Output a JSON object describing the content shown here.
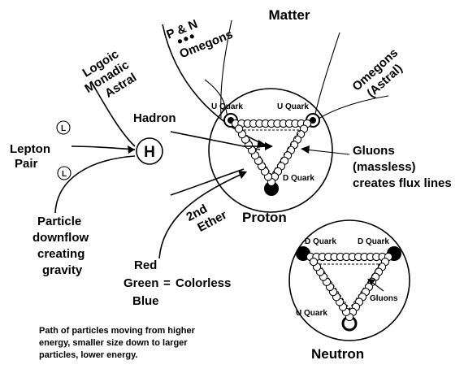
{
  "title": "Matter",
  "labels": {
    "pn": "P & N",
    "omegons": "Omegons",
    "logoic": "Logoic",
    "monadic": "Monadic",
    "astral": "Astral",
    "omegons_astral_1": "Omegons",
    "omegons_astral_2": "(Astral)",
    "hadron": "Hadron",
    "lepton": "Lepton",
    "pair": "Pair",
    "lepton_symbol": "L",
    "hadron_symbol": "H",
    "gluons_1": "Gluons",
    "gluons_2": "(massless)",
    "gluons_3": "creates flux lines",
    "ether_1": "2nd",
    "ether_2": "Ether",
    "proton": "Proton",
    "particle_1": "Particle",
    "particle_2": "downflow",
    "particle_3": "creating",
    "particle_4": "gravity",
    "red": "Red",
    "green": "Green",
    "equals": "=",
    "colorless": "Colorless",
    "blue": "Blue",
    "neutron": "Neutron",
    "gluons_small": "Gluons",
    "path_1": "Path of particles moving from higher",
    "path_2": "energy, smaller size down to larger",
    "path_3": "particles, lower energy."
  },
  "quarks": {
    "proton_left": "U Quark",
    "proton_right": "U Quark",
    "proton_bottom": "D Quark",
    "neutron_left": "D Quark",
    "neutron_right": "D Quark",
    "neutron_bottom": "U Quark"
  }
}
